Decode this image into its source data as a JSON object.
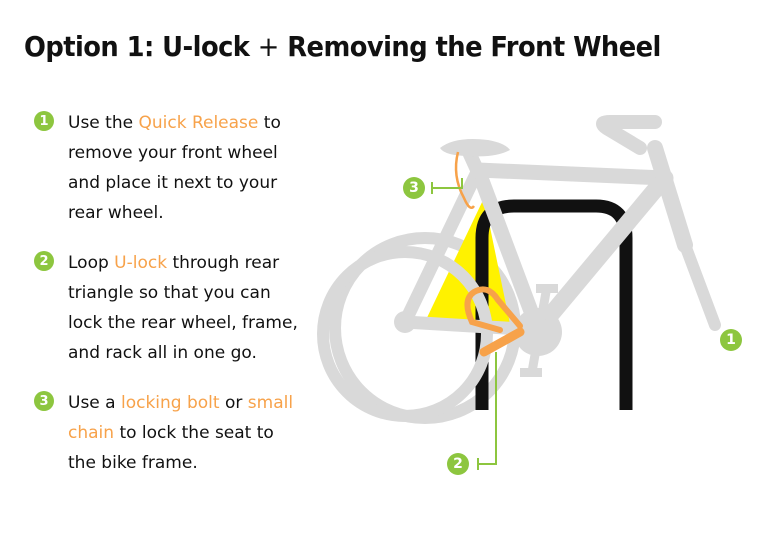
{
  "title": {
    "part1": "Option 1: U-lock",
    "plus": "+",
    "part2": "Removing the Front Wheel"
  },
  "steps": [
    {
      "number": "1",
      "before": "Use the ",
      "highlight": "Quick Release",
      "after": " to remove your front wheel and place it next to your rear wheel."
    },
    {
      "number": "2",
      "before": "Loop ",
      "highlight": "U-lock",
      "after": " through rear triangle so that you can lock the rear wheel, frame, and rack all in one go."
    },
    {
      "number": "3",
      "before": "Use a ",
      "highlight": "locking bolt",
      "middle": " or ",
      "highlight2": "small chain",
      "after": " to lock the seat to the bike frame."
    }
  ],
  "callouts": {
    "quick_release": "1",
    "u_lock": "2",
    "seat_lock": "3"
  },
  "colors": {
    "accent_green": "#8dc63f",
    "highlight_orange": "#f7a24a",
    "bike_gray": "#d9d9d9",
    "rack_black": "#111111",
    "triangle_yellow": "#fff200"
  }
}
